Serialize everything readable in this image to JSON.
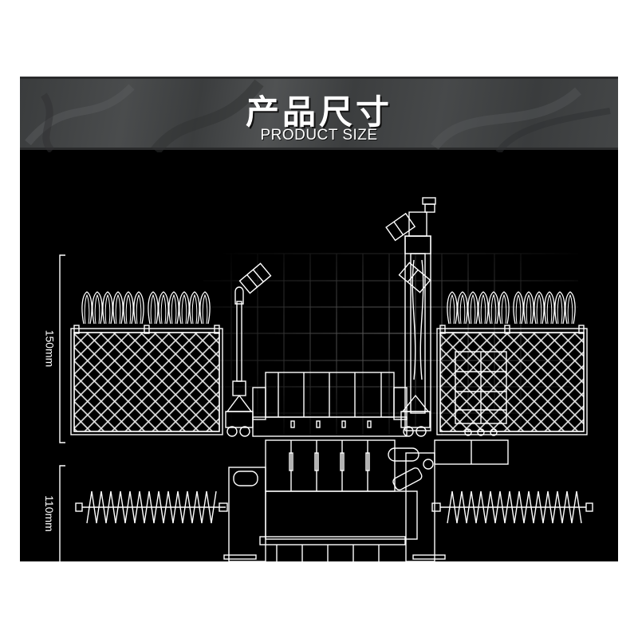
{
  "header": {
    "title_cn": "产品尺寸",
    "title_en": "PRODUCT SIZE"
  },
  "dimensions": {
    "height_label": "150mm",
    "depth_label": "110mm"
  },
  "colors": {
    "background": "#000000",
    "line": "#ffffff",
    "header_band": "#434546",
    "page": "#ffffff"
  }
}
